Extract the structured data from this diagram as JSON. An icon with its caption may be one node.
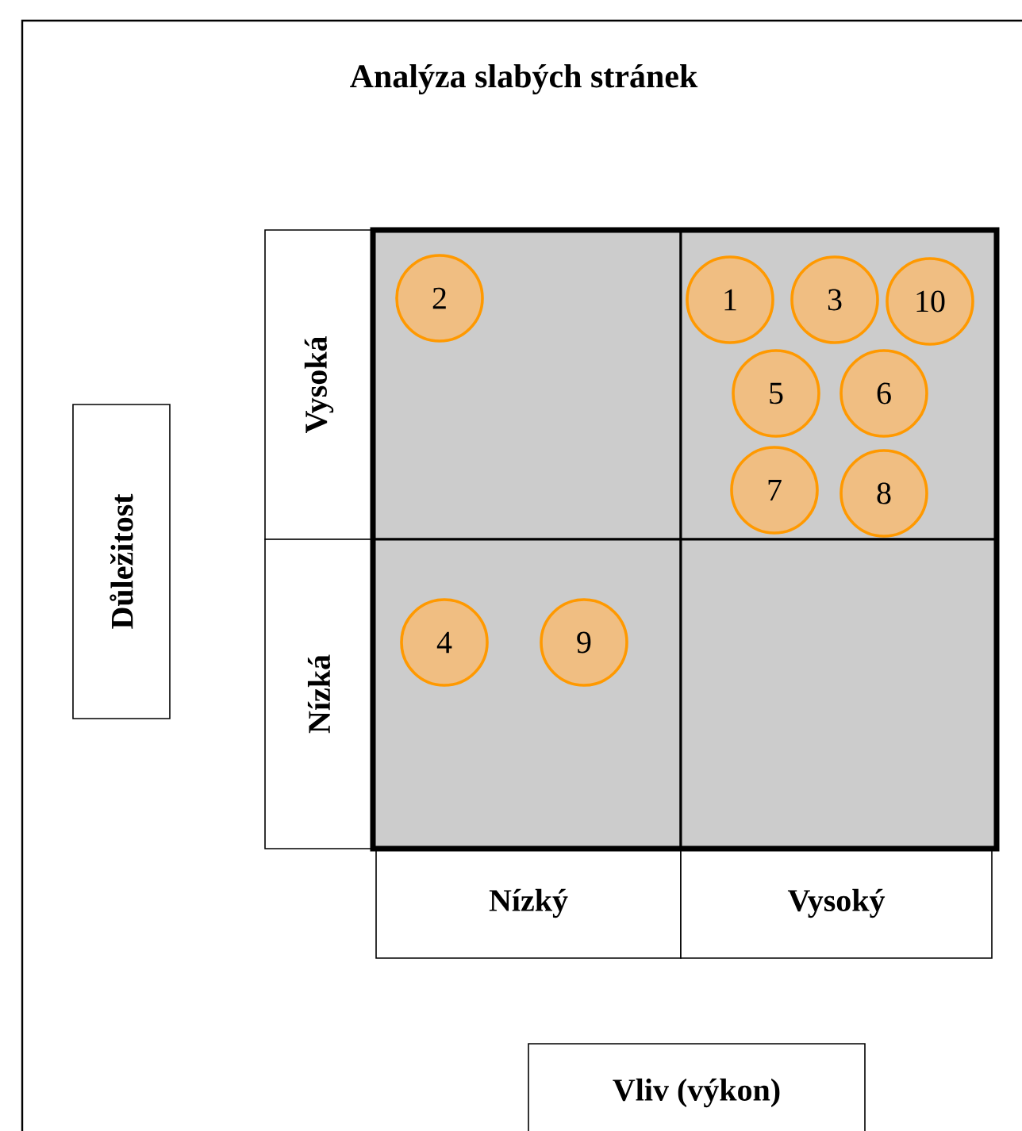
{
  "diagram": {
    "title": "Analýza slabých stránek",
    "nodes": [
      {
        "text": [
          "Důležitost"
        ]
      },
      {
        "text": [
          "Vysoká"
        ]
      },
      {
        "text": [],
        "shape": "box"
      },
      {
        "text": [
          "2"
        ],
        "in": 2
      },
      {
        "text": [],
        "shape": "box"
      },
      {
        "text": [
          "1"
        ],
        "in": 4
      },
      {
        "text": [
          "3"
        ],
        "in": 4
      },
      {
        "text": [
          "10"
        ],
        "in": 4
      },
      {
        "text": [
          "5"
        ],
        "in": 4
      },
      {
        "text": [
          "6"
        ],
        "in": 4
      },
      {
        "text": [
          "7"
        ],
        "in": 4
      },
      {
        "text": [
          "8"
        ],
        "in": 4
      },
      {
        "text": [
          "Nízká"
        ]
      },
      {
        "text": [],
        "shape": "box"
      },
      {
        "text": [
          "4"
        ],
        "in": 13
      },
      {
        "text": [
          "9"
        ],
        "in": 13
      },
      {
        "text": [],
        "shape": "box"
      },
      {
        "text": [
          "Nízký"
        ]
      },
      {
        "text": [
          "Vysoký"
        ]
      },
      {
        "text": [
          "Vliv (výkon)"
        ]
      }
    ]
  }
}
